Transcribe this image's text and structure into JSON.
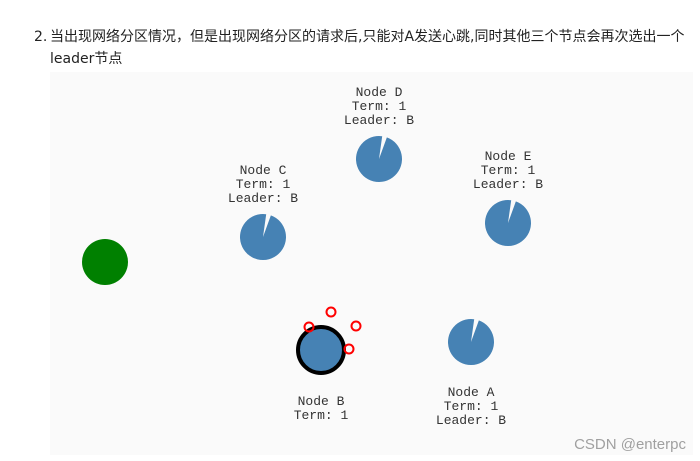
{
  "heading": {
    "number": "2.",
    "text": "当出现网络分区情况，但是出现网络分区的请求后,只能对A发送心跳,同时其他三个节点会再次选出一个leader节点"
  },
  "colors": {
    "node_fill": "#4682b4",
    "client_fill": "#008000",
    "leader_stroke": "#000000",
    "message_stroke": "#ff0000"
  },
  "nodes": [
    {
      "id": "D",
      "name": "Node D",
      "term": "Term: 1",
      "leader": "Leader: B"
    },
    {
      "id": "C",
      "name": "Node C",
      "term": "Term: 1",
      "leader": "Leader: B"
    },
    {
      "id": "E",
      "name": "Node E",
      "term": "Term: 1",
      "leader": "Leader: B"
    },
    {
      "id": "B",
      "name": "Node B",
      "term": "Term: 1",
      "leader": ""
    },
    {
      "id": "A",
      "name": "Node A",
      "term": "Term: 1",
      "leader": "Leader: B"
    }
  ],
  "watermark": "CSDN @enterpc"
}
